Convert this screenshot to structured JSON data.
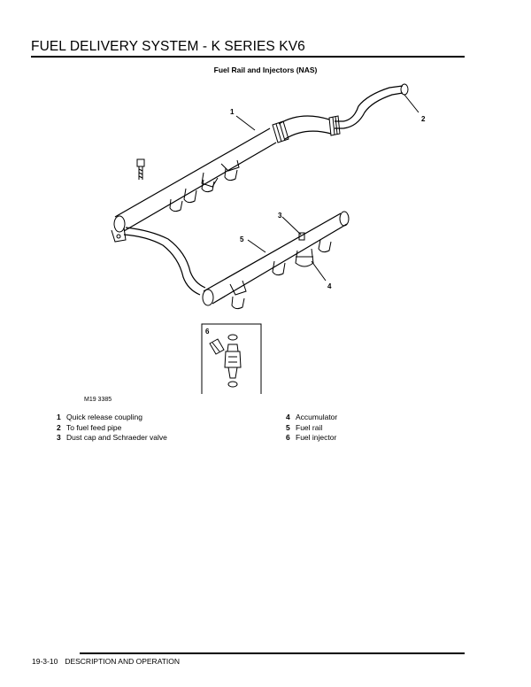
{
  "header": {
    "title": "FUEL DELIVERY SYSTEM - K SERIES KV6"
  },
  "figure": {
    "title": "Fuel Rail and Injectors (NAS)",
    "code": "M19 3385",
    "callouts": [
      "1",
      "2",
      "3",
      "4",
      "5",
      "6"
    ]
  },
  "legend": [
    {
      "num": "1",
      "text": "Quick release coupling"
    },
    {
      "num": "2",
      "text": "To fuel feed pipe"
    },
    {
      "num": "3",
      "text": "Dust cap and Schraeder valve"
    },
    {
      "num": "4",
      "text": "Accumulator"
    },
    {
      "num": "5",
      "text": "Fuel rail"
    },
    {
      "num": "6",
      "text": "Fuel injector"
    }
  ],
  "footer": {
    "page": "19-3-10",
    "section": "DESCRIPTION AND OPERATION"
  }
}
